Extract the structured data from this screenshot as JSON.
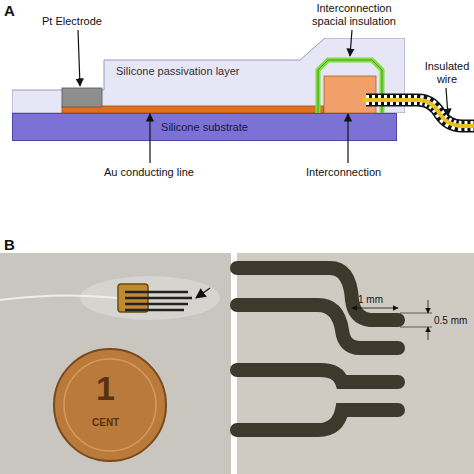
{
  "diagram": {
    "nodes": [
      {
        "text": [
          "Silicone passivation layer"
        ]
      },
      {
        "text": [
          "Silicone substrate"
        ]
      }
    ],
    "labels": [
      "A",
      "Pt Electrode",
      "Interconnection spacial insulation",
      "Insulated wire",
      "Au conducting line",
      "Interconnection",
      "B",
      "1",
      "CENT",
      "1 mm",
      "0.5 mm"
    ]
  }
}
